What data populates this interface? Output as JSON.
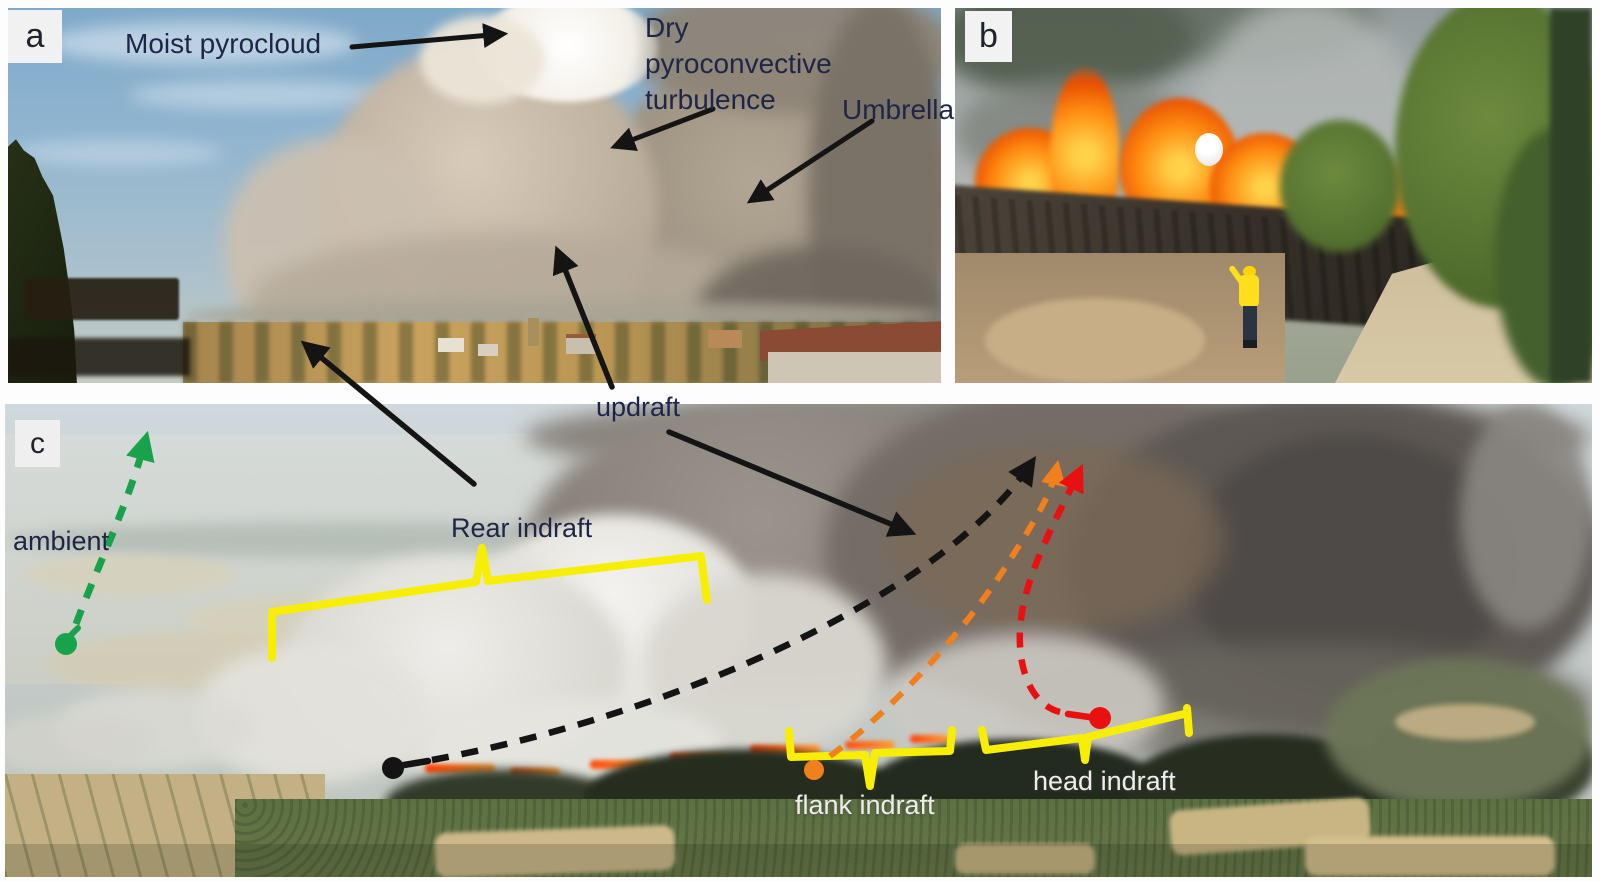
{
  "panel_a": {
    "letter": "a",
    "labels": {
      "moist": "Moist pyrocloud",
      "dry": "Dry pyroconvective turbulence",
      "umbrella": "Umbrella"
    }
  },
  "panel_b": {
    "letter": "b"
  },
  "panel_c": {
    "letter": "c",
    "labels": {
      "ambient": "ambient",
      "updraft": "updraft",
      "rear_indraft": "Rear indraft",
      "flank_indraft": "flank indraft",
      "head_indraft": "head indraft"
    }
  },
  "colors": {
    "annotation_black": "#141414",
    "ambient_green": "#19a24c",
    "flank_orange": "#f07f1e",
    "head_red": "#e81010",
    "brace_yellow": "#f8ef00",
    "dark_label": "#1e2546",
    "light_label": "#ededea",
    "panel_letter_bg": "#f1f1f1"
  }
}
